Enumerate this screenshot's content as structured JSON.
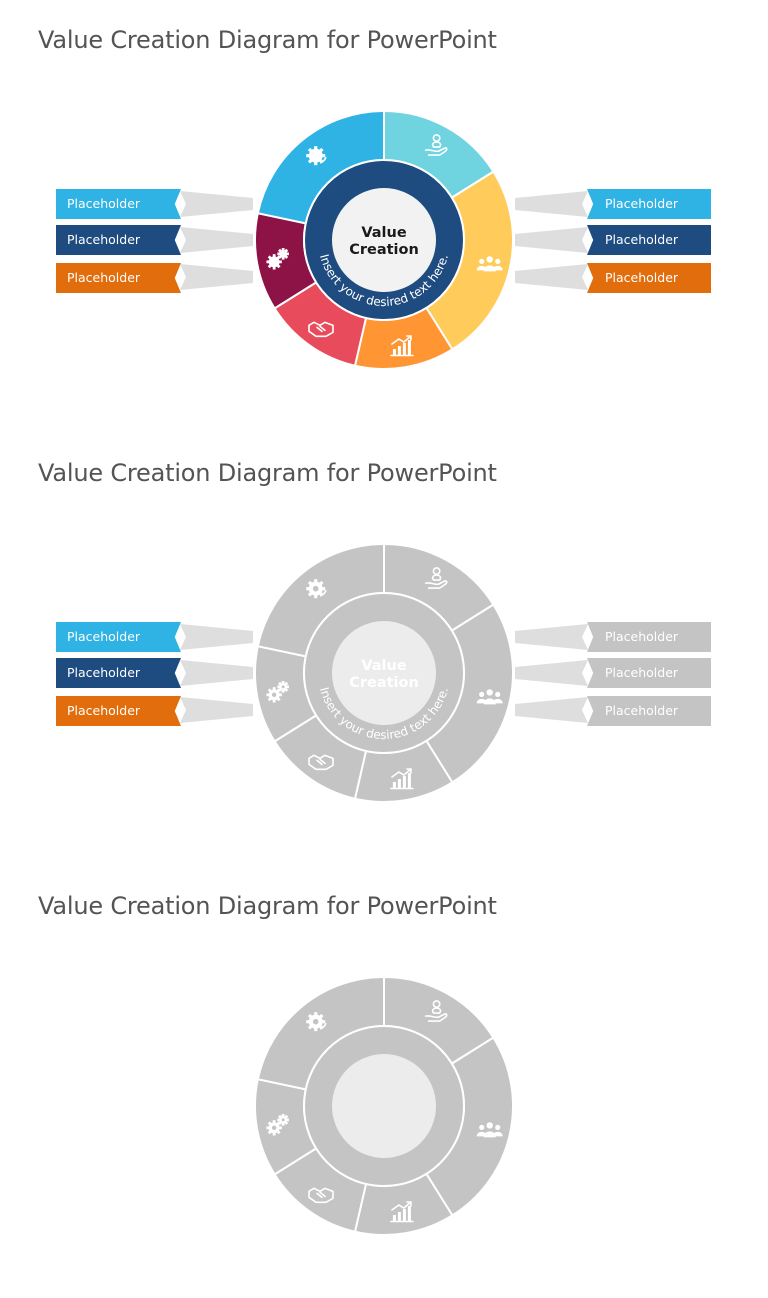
{
  "slides": [
    {
      "title": "Value Creation Diagram for PowerPoint",
      "center": {
        "line1": "Value",
        "line2": "Creation"
      },
      "arc_text": "Insert your desired text here.",
      "left_tags": [
        "Placeholder",
        "Placeholder",
        "Placeholder"
      ],
      "right_tags": [
        "Placeholder",
        "Placeholder",
        "Placeholder"
      ],
      "colored": true
    },
    {
      "title": "Value Creation Diagram for PowerPoint",
      "center": {
        "line1": "Value",
        "line2": "Creation"
      },
      "arc_text": "Insert your desired text here.",
      "left_tags": [
        "Placeholder",
        "Placeholder",
        "Placeholder"
      ],
      "right_tags": [
        "Placeholder",
        "Placeholder",
        "Placeholder"
      ],
      "colored": false
    },
    {
      "title": "Value Creation Diagram for PowerPoint",
      "colored": false
    }
  ],
  "segments": [
    {
      "name": "care",
      "icon": "hand-heart-icon"
    },
    {
      "name": "people",
      "icon": "team-icon"
    },
    {
      "name": "growth",
      "icon": "bar-chart-growth-icon"
    },
    {
      "name": "partnership",
      "icon": "handshake-icon"
    },
    {
      "name": "operations",
      "icon": "gears-icon"
    },
    {
      "name": "process",
      "icon": "gear-cycle-icon"
    }
  ],
  "colors": {
    "cyan_light": "#6fd3e0",
    "yellow": "#ffcc5c",
    "orange": "#ff9633",
    "red": "#e84b5b",
    "maroon": "#8d1346",
    "navy": "#1e4b80",
    "cyan": "#2fb3e5",
    "tag_orange": "#e26d0c",
    "gray": "#c4c4c4",
    "title_gray": "#545454"
  }
}
